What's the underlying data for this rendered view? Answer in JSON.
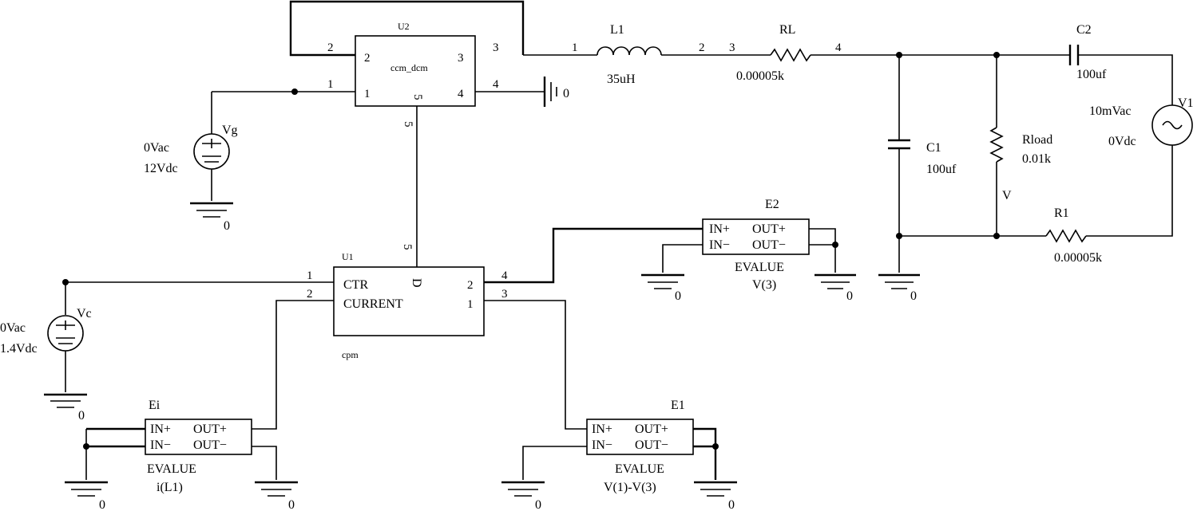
{
  "ground_label": "0",
  "u2": {
    "ref": "U2",
    "name": "ccm_dcm",
    "p1": "1",
    "p2": "2",
    "p3": "3",
    "p4": "4",
    "p5": "5"
  },
  "u1": {
    "ref": "U1",
    "name": "cpm",
    "ctr": "CTR",
    "current": "CURRENT",
    "d": "D",
    "pin_in1": "1",
    "pin_in2": "2",
    "pin_out2": "2",
    "pin_out1": "1",
    "pin_top": "5"
  },
  "nets": {
    "n1": "1",
    "n2": "2",
    "n3": "3",
    "n4": "4",
    "n5": "5",
    "u1_top": "5",
    "u1_in1": "1",
    "u1_in2": "2",
    "u1_out4": "4",
    "u1_out3": "3",
    "l1_a": "1",
    "l1_b": "2",
    "rl_a": "3",
    "rl_b": "4"
  },
  "l1": {
    "ref": "L1",
    "value": "35uH"
  },
  "rl": {
    "ref": "RL",
    "value": "0.00005k"
  },
  "c1": {
    "ref": "C1",
    "value": "100uf"
  },
  "c2": {
    "ref": "C2",
    "value": "100uf"
  },
  "rload": {
    "ref": "Rload",
    "value": "0.01k",
    "node": "V"
  },
  "r1": {
    "ref": "R1",
    "value": "0.00005k"
  },
  "v1": {
    "ref": "V1",
    "ac": "10mVac",
    "dc": "0Vdc"
  },
  "vg": {
    "ref": "Vg",
    "ac": "0Vac",
    "dc": "12Vdc"
  },
  "vc": {
    "ref": "Vc",
    "ac": "0Vac",
    "dc": "1.4Vdc"
  },
  "e2": {
    "ref": "E2",
    "in_plus": "IN+",
    "out_plus": "OUT+",
    "in_minus": "IN−",
    "out_minus": "OUT−",
    "type": "EVALUE",
    "expr": "V(3)"
  },
  "ei": {
    "ref": "Ei",
    "in_plus": "IN+",
    "out_plus": "OUT+",
    "in_minus": "IN−",
    "out_minus": "OUT−",
    "type": "EVALUE",
    "expr": "i(L1)"
  },
  "e1": {
    "ref": "E1",
    "in_plus": "IN+",
    "out_plus": "OUT+",
    "in_minus": "IN−",
    "out_minus": "OUT−",
    "type": "EVALUE",
    "expr": "V(1)-V(3)"
  }
}
